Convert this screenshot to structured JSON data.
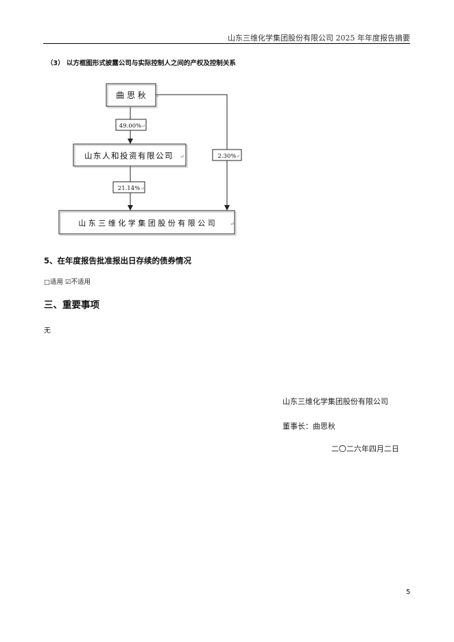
{
  "header": {
    "title": "山东三维化学集团股份有限公司 2025 年年度报告摘要"
  },
  "equity_section": {
    "heading": "（3） 以方框图形式披露公司与实际控制人之间的产权及控制关系",
    "diagram": {
      "controller": "曲 思 秋",
      "intermediate": "山东人和投资有限公司",
      "company": "山 东 三 维 化 学 集 团 股 份 有 限 公 司",
      "stake_controller_to_intermediate": "49.00%",
      "stake_intermediate_to_company": "21.14%",
      "stake_controller_to_company": "2.30%",
      "return_mark": "↵"
    }
  },
  "bonds_section": {
    "heading": "5、在年度报告批准报出日存续的债券情况",
    "options": "□适用 ☑不适用"
  },
  "important_matters": {
    "heading": "三、重要事项",
    "content": "无"
  },
  "signature": {
    "company": "山东三维化学集团股份有限公司",
    "chairman": "董事长：曲思秋",
    "date": "二〇二六年四月二日"
  },
  "page_number": "5"
}
